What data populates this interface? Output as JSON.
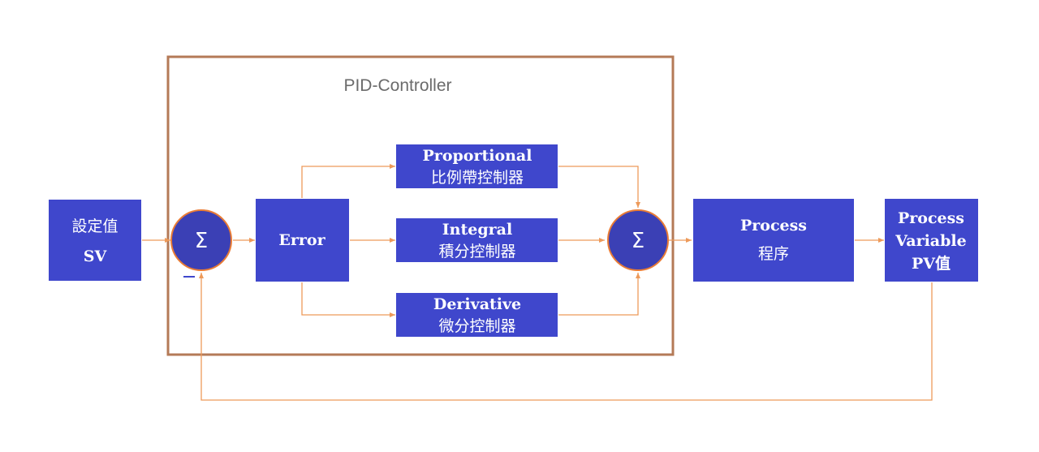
{
  "colors": {
    "box_fill": "#3f47cc",
    "arrow": "#ed9a5a",
    "controller_border": "#b47a57",
    "circle_fill": "#3b40b5",
    "circle_stroke": "#e97c36",
    "minus_mark": "#3f47cc"
  },
  "controller": {
    "title": "PID-Controller"
  },
  "setpoint": {
    "line1": "設定值",
    "line2": "SV"
  },
  "sum1": {
    "symbol": "Σ",
    "minus_sign": "−"
  },
  "error": {
    "label": "Error"
  },
  "proportional": {
    "line1": "Proportional",
    "line2": "比例帶控制器"
  },
  "integral": {
    "line1": "Integral",
    "line2": "積分控制器"
  },
  "derivative": {
    "line1": "Derivative",
    "line2": "微分控制器"
  },
  "sum2": {
    "symbol": "Σ"
  },
  "process": {
    "line1": "Process",
    "line2": "程序"
  },
  "process_variable": {
    "line1": "Process",
    "line2": "Variable",
    "line3": "PV值"
  }
}
